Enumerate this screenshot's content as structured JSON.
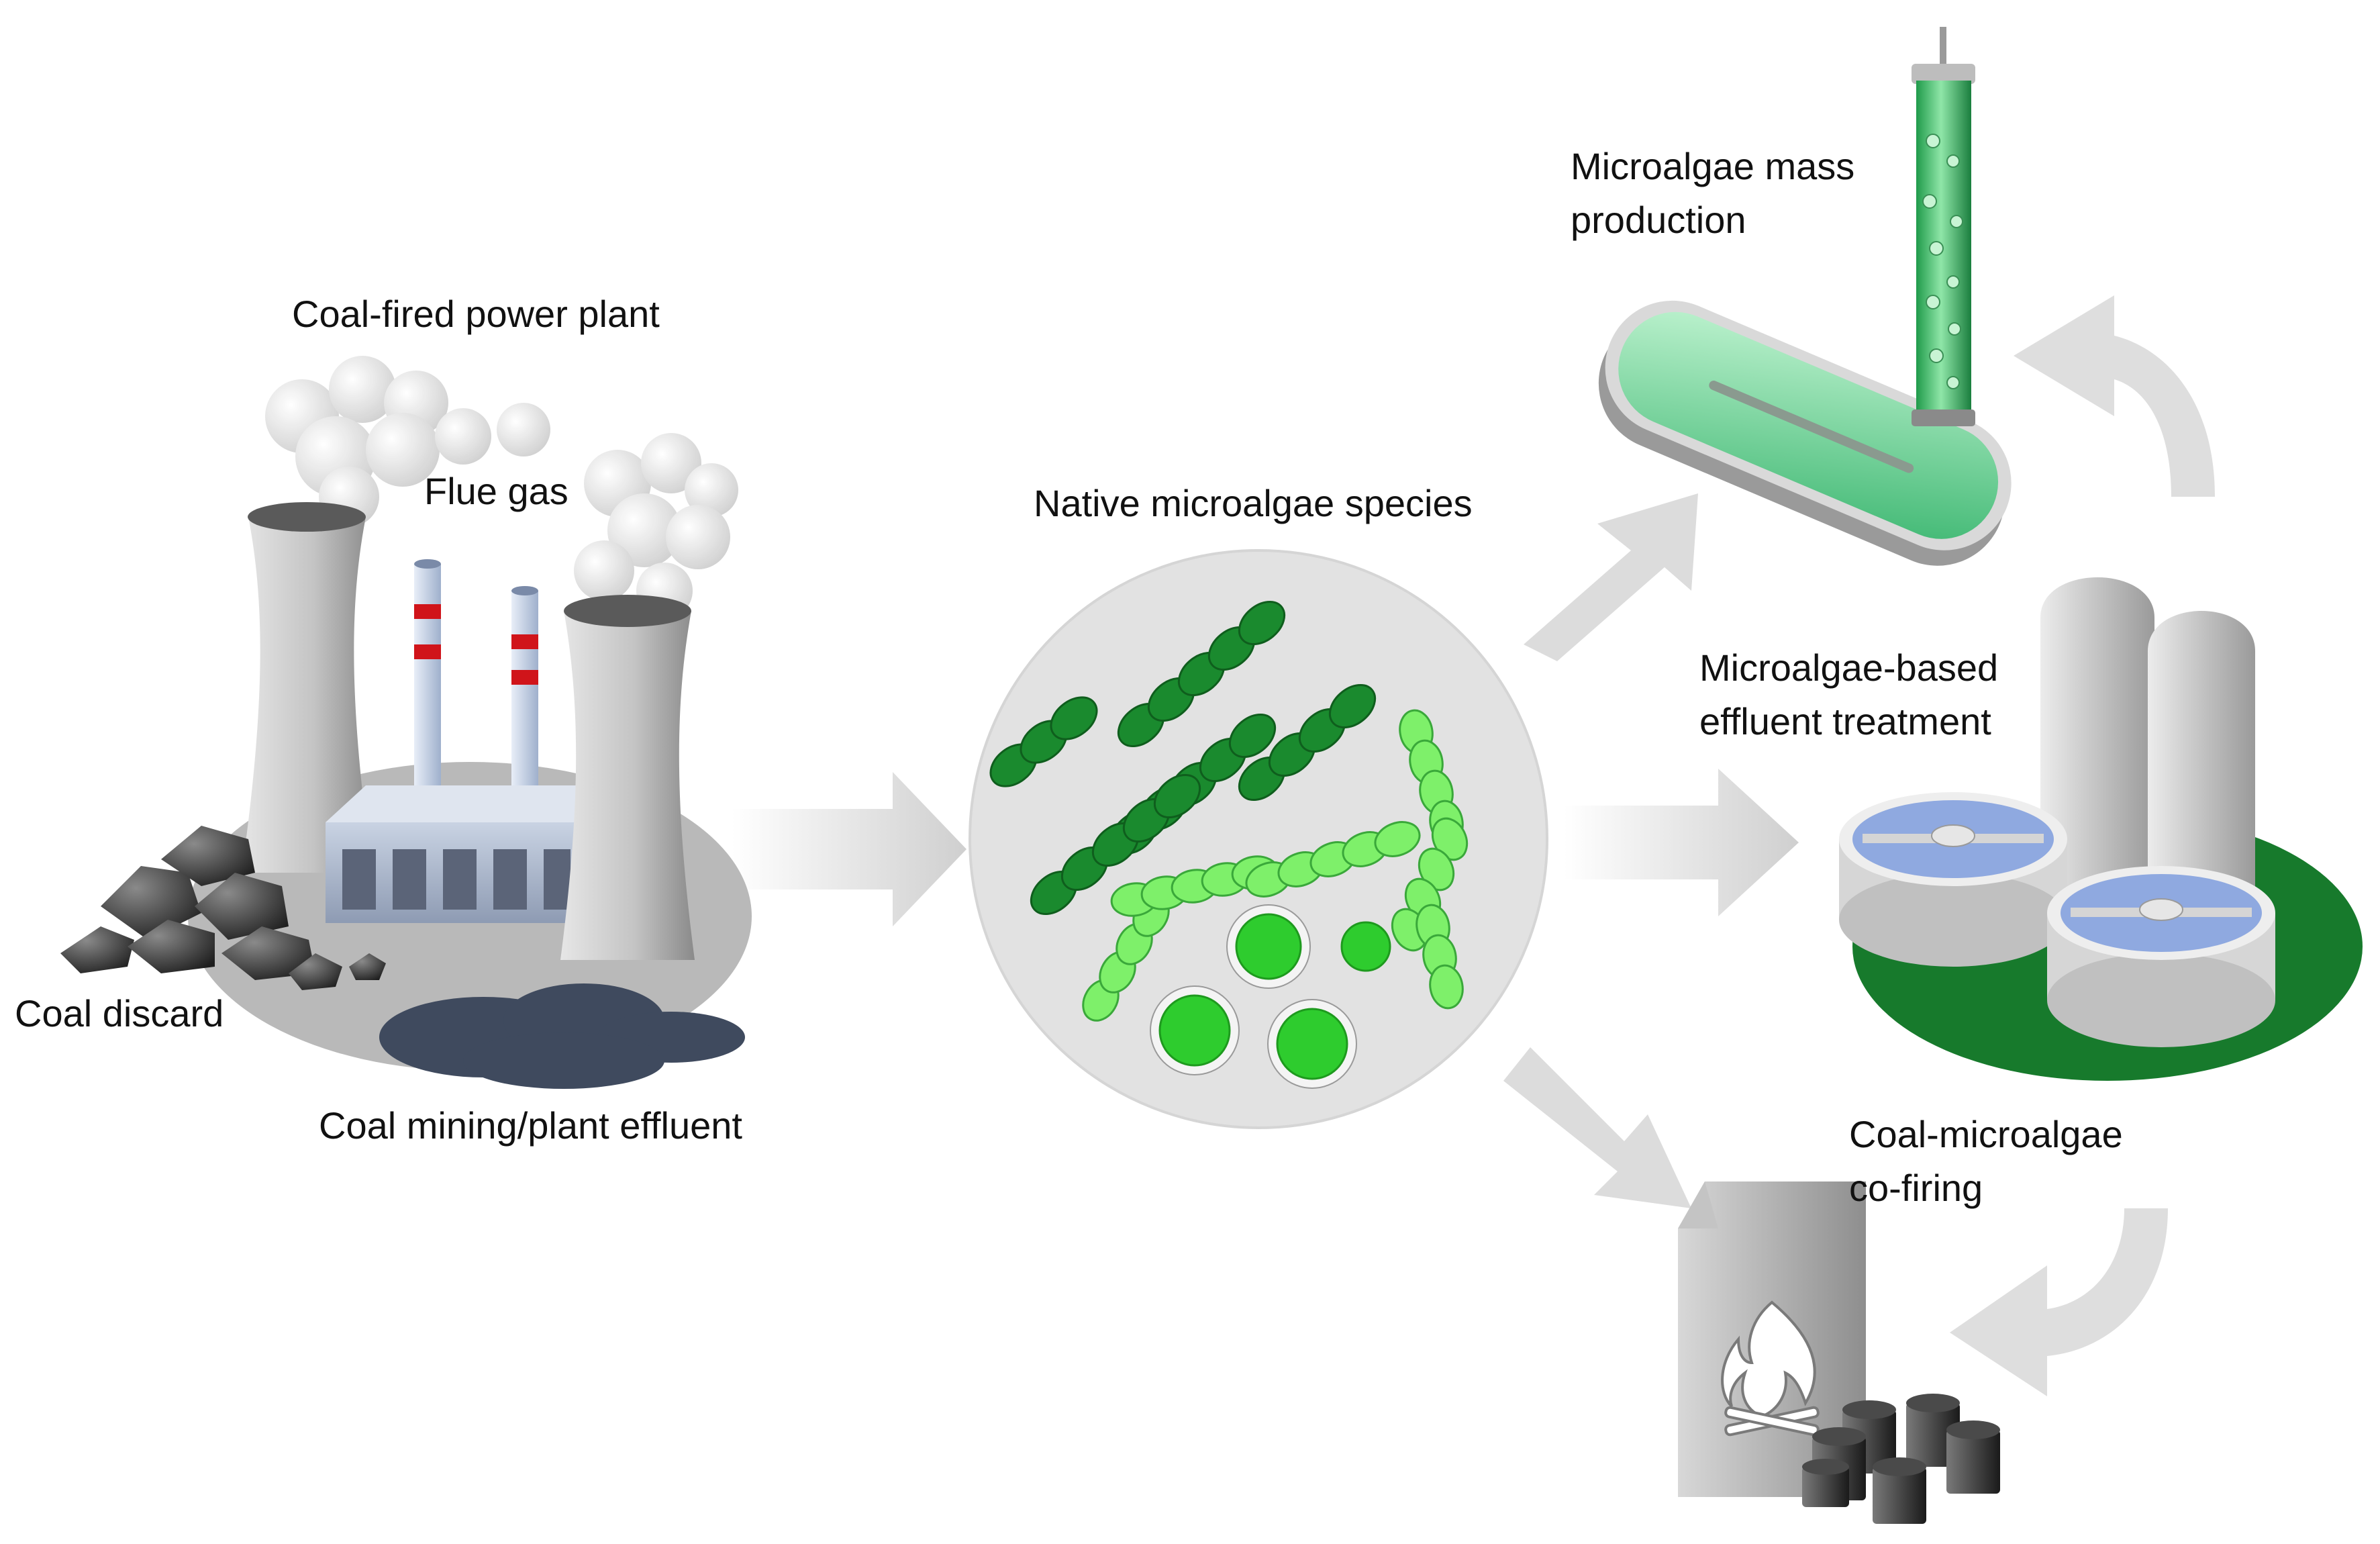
{
  "labels": {
    "power_plant": "Coal-fired power plant",
    "flue_gas": "Flue gas",
    "coal_discard": "Coal discard",
    "effluent": "Coal mining/plant effluent",
    "native_species": "Native microalgae species",
    "mass_production": "Microalgae mass\nproduction",
    "effluent_treatment": "Microalgae-based\neffluent treatment",
    "cofiring": "Coal-microalgae\nco-firing"
  },
  "colors": {
    "dark_algae": "#1a8a2e",
    "light_algae": "#7ef06a",
    "round_algae": "#2ecc2e",
    "stripe_red": "#d0141a",
    "treatment_base": "#177a2c",
    "treatment_water": "#8fa9e0",
    "arrow_grey": "#d4d4d4"
  }
}
